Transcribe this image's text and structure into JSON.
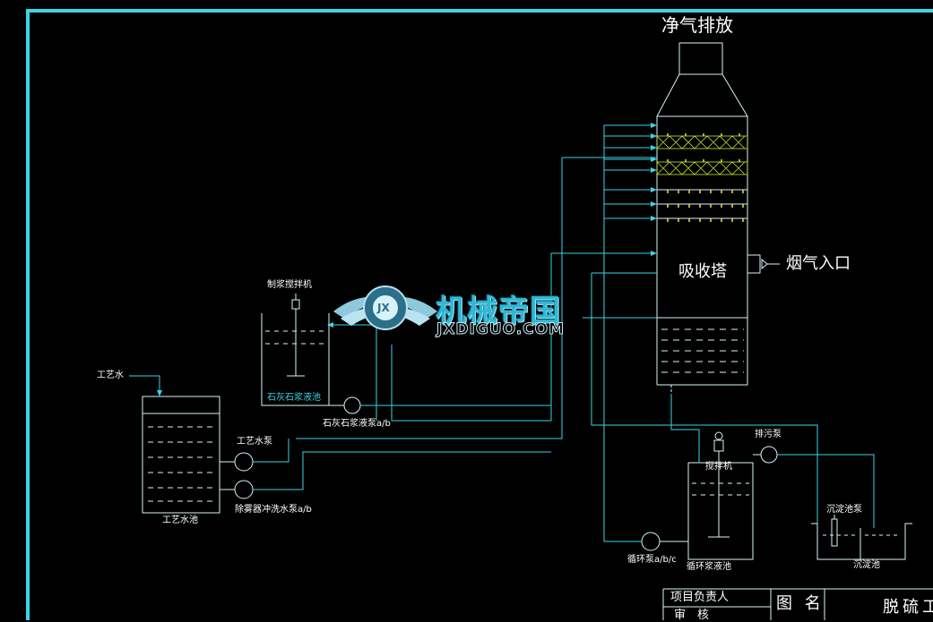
{
  "labels": {
    "clean_gas_outlet": "净气排放",
    "absorber": "吸收塔",
    "flue_gas_inlet": "烟气入口",
    "slurry_agitator": "制浆搅拌机",
    "limestone_tank": "石灰石浆液池",
    "limestone_pump": "石灰石浆液泵a/b",
    "process_water": "工艺水",
    "process_water_pump": "工艺水泵",
    "mist_eliminator_pump": "除雾器冲洗水泵a/b",
    "process_water_tank": "工艺水池",
    "discharge_pump": "排污泵",
    "agitator": "搅拌机",
    "circulation_pump": "循环泵a/b/c",
    "circulation_tank": "循环浆液池",
    "settling_pump": "沉淀池泵",
    "settling_tank": "沉淀池"
  },
  "watermark": {
    "title": "机械帝国",
    "url": "JXDIGUO.COM",
    "badge": "JX"
  },
  "title_block": {
    "project_lead": "项目负责人",
    "review": "审　核",
    "drawing_name_label": "图  名",
    "drawing_name": "脱硫工"
  },
  "colors": {
    "frame": "#38d6e6",
    "pipe": "#38d6e6",
    "text": "#ffffff",
    "packing": "#c8e830",
    "nozzle": "#f2e04a"
  }
}
